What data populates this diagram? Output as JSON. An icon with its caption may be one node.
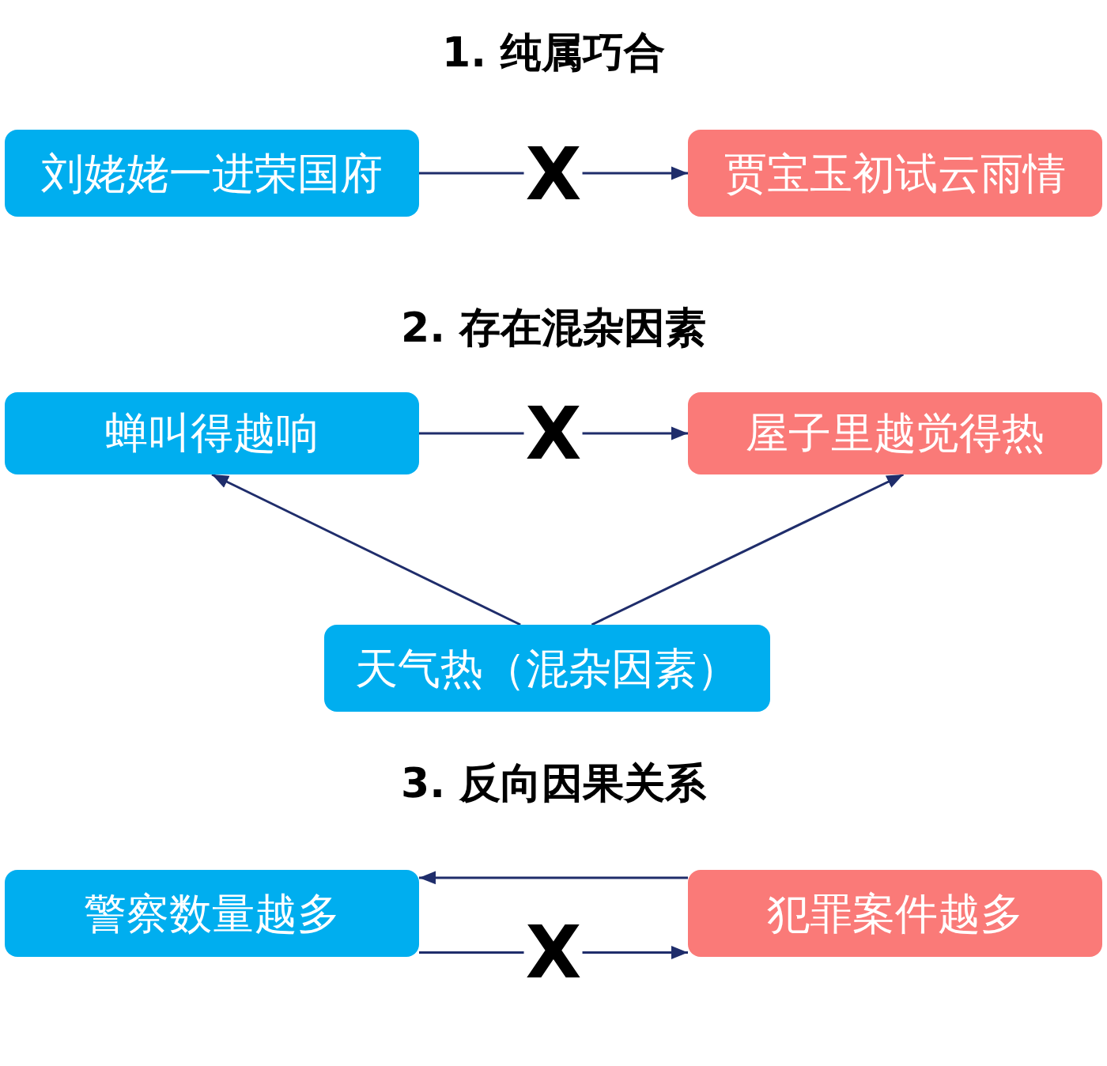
{
  "diagram": {
    "nodes": [
      {
        "text": [
          "刘姥姥一进荣国府"
        ]
      },
      {
        "text": [
          "贾宝玉初试云雨情"
        ]
      },
      {
        "text": [
          "蝉叫得越响"
        ]
      },
      {
        "text": [
          "屋子里越觉得热"
        ]
      },
      {
        "text": [
          "天气热（混杂因素）"
        ]
      },
      {
        "text": [
          "警察数量越多"
        ]
      },
      {
        "text": [
          "犯罪案件越多"
        ]
      }
    ],
    "edges": [
      {
        "from": 0,
        "to": 1,
        "arrow": "to",
        "label": "X"
      },
      {
        "from": 2,
        "to": 3,
        "arrow": "to",
        "label": "X"
      },
      {
        "from": 4,
        "to": 2,
        "arrow": "to"
      },
      {
        "from": 4,
        "to": 3,
        "arrow": "to"
      },
      {
        "from": 6,
        "to": 5,
        "arrow": "to"
      },
      {
        "from": 5,
        "to": 6,
        "arrow": "to",
        "label": "X"
      }
    ],
    "labels": [
      "1. 纯属巧合",
      "2. 存在混杂因素",
      "3. 反向因果关系"
    ]
  }
}
